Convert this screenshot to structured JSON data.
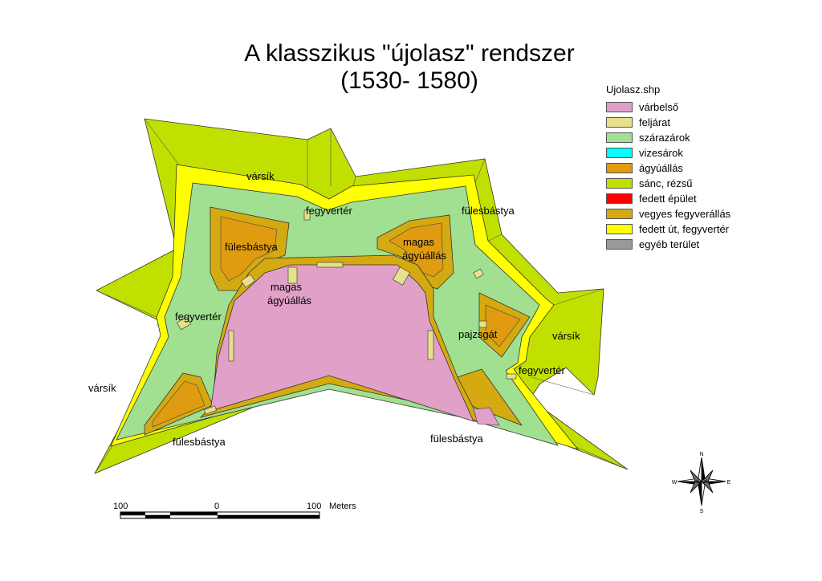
{
  "title": {
    "line1": "A klasszikus \"újolasz\" rendszer",
    "line2": "(1530- 1580)"
  },
  "legend": {
    "title": "Ujolasz.shp",
    "items": [
      {
        "label": "várbelső",
        "color": "#e0a0c8"
      },
      {
        "label": "feljárat",
        "color": "#e6e08c"
      },
      {
        "label": "szárazárok",
        "color": "#a0e090"
      },
      {
        "label": "vizesárok",
        "color": "#00ffff"
      },
      {
        "label": "ágyúállás",
        "color": "#e09b10"
      },
      {
        "label": "sánc, rézsű",
        "color": "#c2e000"
      },
      {
        "label": "fedett épület",
        "color": "#ff0000"
      },
      {
        "label": "vegyes fegyverállás",
        "color": "#d4aa10"
      },
      {
        "label": "fedett út, fegyvertér",
        "color": "#ffff00"
      },
      {
        "label": "egyéb terület",
        "color": "#999999"
      }
    ]
  },
  "map_labels": {
    "varsik_1": "vársík",
    "varsik_2": "vársík",
    "varsik_3": "vársík",
    "fegyverter_1": "fegyvertér",
    "fegyverter_2": "fegyvertér",
    "fegyverter_3": "fegyvertér",
    "fulesbastya_1": "fülesbástya",
    "fulesbastya_2": "fülesbástya",
    "fulesbastya_3": "fülesbástya",
    "fulesbastya_4": "fülesbástya",
    "magas_1a": "magas",
    "magas_1b": "ágyúállás",
    "magas_2a": "magas",
    "magas_2b": "ágyúállás",
    "pajzsgat": "pajzsgát"
  },
  "scale": {
    "left": "100",
    "mid": "0",
    "right": "100",
    "unit": "Meters"
  },
  "compass": {
    "n": "N",
    "s": "S",
    "e": "E",
    "w": "W"
  }
}
